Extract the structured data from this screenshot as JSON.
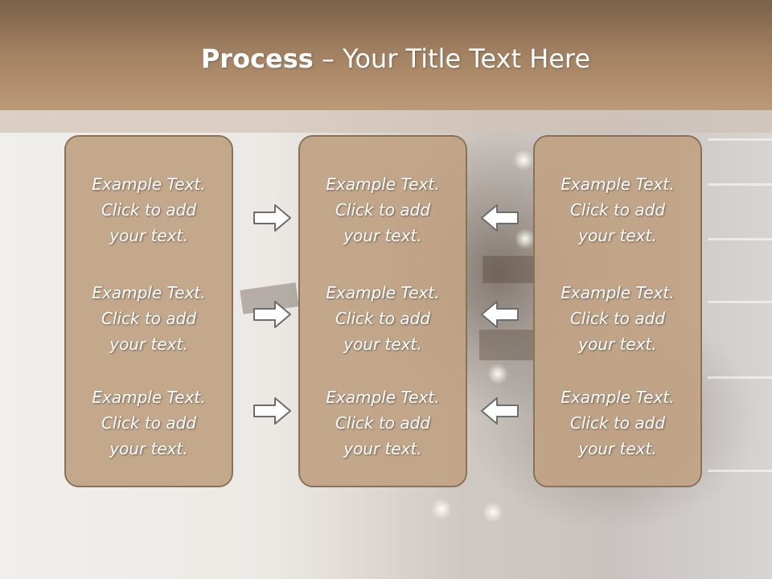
{
  "title": {
    "bold": "Process",
    "rest": " – Your Title Text Here"
  },
  "columns": [
    {
      "items": [
        {
          "line1": "Example Text.",
          "line2": "Click  to add",
          "line3": "your text."
        },
        {
          "line1": "Example Text.",
          "line2": "Click  to add",
          "line3": "your text."
        },
        {
          "line1": "Example Text.",
          "line2": "Click  to add",
          "line3": "your text."
        }
      ]
    },
    {
      "items": [
        {
          "line1": "Example Text.",
          "line2": "Click  to add",
          "line3": "your text."
        },
        {
          "line1": "Example Text.",
          "line2": "Click  to add",
          "line3": "your text."
        },
        {
          "line1": "Example Text.",
          "line2": "Click  to add",
          "line3": "your text."
        }
      ]
    },
    {
      "items": [
        {
          "line1": "Example Text.",
          "line2": "Click  to add",
          "line3": "your text."
        },
        {
          "line1": "Example Text.",
          "line2": "Click  to add",
          "line3": "your text."
        },
        {
          "line1": "Example Text.",
          "line2": "Click  to add",
          "line3": "your text."
        }
      ]
    }
  ],
  "icons": {
    "right_arrow": "arrow-right-icon",
    "left_arrow": "arrow-left-icon"
  },
  "colors": {
    "header": "#a07f60",
    "box": "#c1a384",
    "box_border": "#8a7258",
    "text": "#ffffff"
  }
}
